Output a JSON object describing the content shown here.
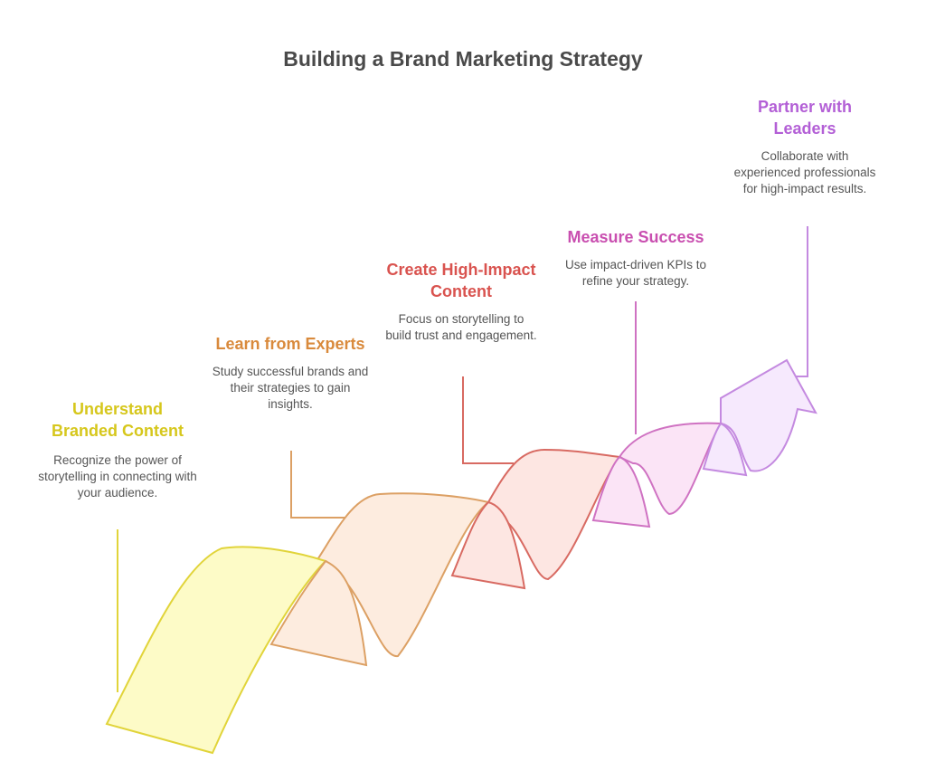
{
  "title": "Building a Brand Marketing Strategy",
  "steps": [
    {
      "title": "Understand Branded Content",
      "description": "Recognize the power of storytelling in connecting with your audience.",
      "color": "#d6c71c",
      "fill": "#fdfbc7",
      "stroke": "#e1d43a"
    },
    {
      "title": "Learn from Experts",
      "description": "Study successful brands and their strategies to gain insights.",
      "color": "#d98a3c",
      "fill": "#fdecdf",
      "stroke": "#dca064"
    },
    {
      "title": "Create High-Impact Content",
      "description": "Focus on storytelling to build trust and engagement.",
      "color": "#d9534f",
      "fill": "#fde6e2",
      "stroke": "#d86a62"
    },
    {
      "title": "Measure Success",
      "description": "Use impact-driven KPIs to refine your strategy.",
      "color": "#c94fb0",
      "fill": "#fbe4f6",
      "stroke": "#cf72c2"
    },
    {
      "title": "Partner with Leaders",
      "description": "Collaborate with experienced professionals for high-impact results.",
      "color": "#b35fd6",
      "fill": "#f6e9fd",
      "stroke": "#c48ae0"
    }
  ]
}
